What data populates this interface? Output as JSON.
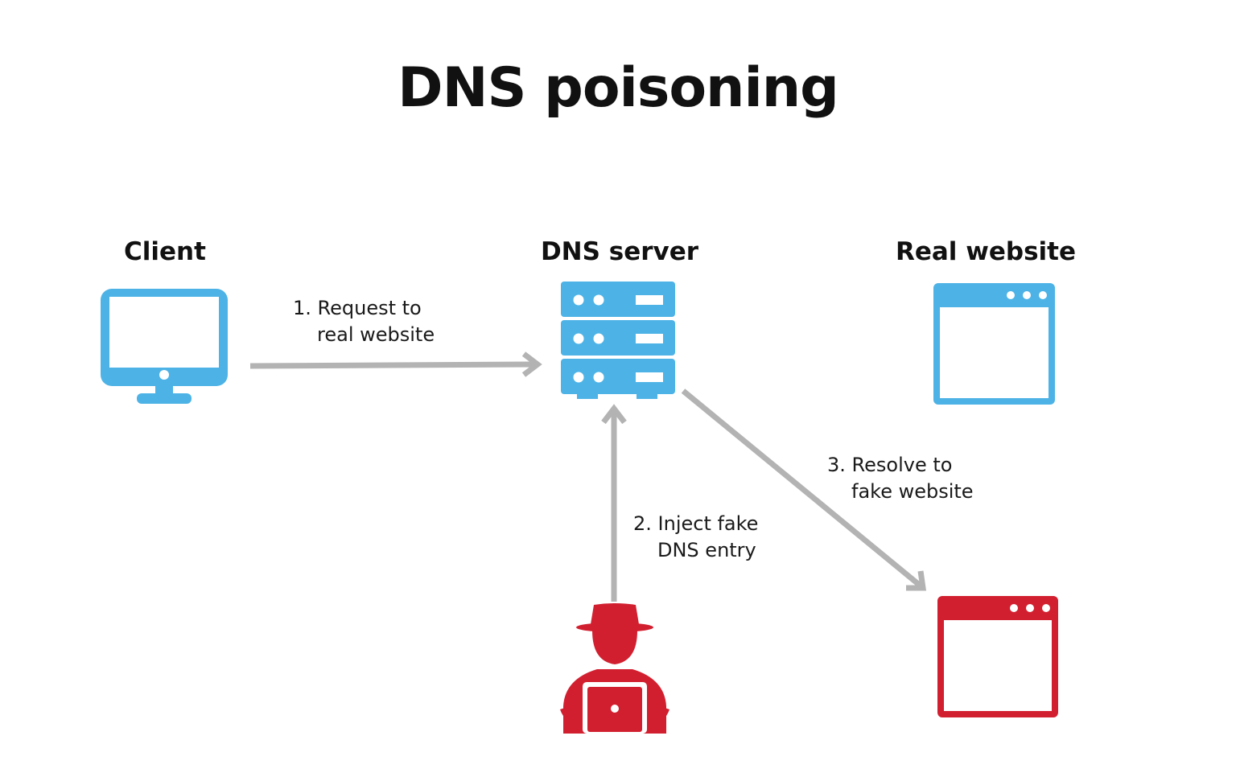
{
  "title": "DNS poisoning",
  "nodes": {
    "client": {
      "label": "Client",
      "icon": "monitor-icon"
    },
    "dns_server": {
      "label": "DNS server",
      "icon": "server-icon"
    },
    "real_website": {
      "label": "Real website",
      "icon": "browser-window-icon"
    },
    "attacker": {
      "icon": "hacker-icon"
    },
    "fake_website": {
      "icon": "browser-window-icon"
    }
  },
  "steps": [
    {
      "line1": "1. Request to",
      "line2": "real website"
    },
    {
      "line1": "2. Inject fake",
      "line2": "DNS entry"
    },
    {
      "line1": "3. Resolve to",
      "line2": "fake website"
    }
  ],
  "colors": {
    "blue": "#4db3e6",
    "red": "#d21f2f",
    "arrow": "#b3b3b3",
    "text": "#111111"
  }
}
